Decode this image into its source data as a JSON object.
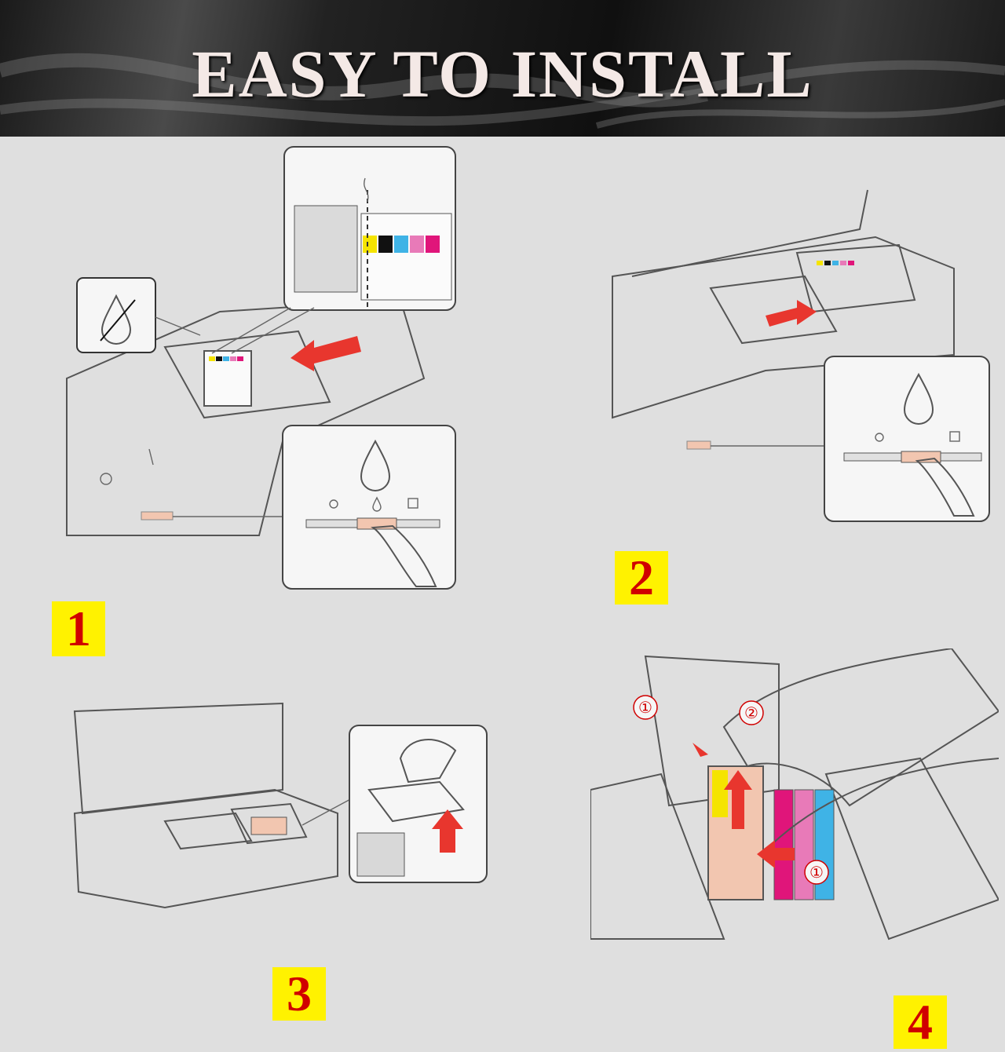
{
  "header": {
    "title": "EASY TO INSTALL"
  },
  "steps": [
    {
      "label": "1"
    },
    {
      "label": "2"
    },
    {
      "label": "3"
    },
    {
      "label": "4"
    }
  ],
  "step4_callouts": [
    "①",
    "②",
    "①"
  ],
  "colors": {
    "badge_bg": "#fff200",
    "badge_text": "#d00000",
    "arrow": "#e8362e",
    "cartridge": "#f2c6b0"
  },
  "icons": {
    "ink_drop_button": "ink-drop-icon",
    "power_button": "power-icon",
    "cancel_button": "paper-trash-icon",
    "no_ink_indicator": "no-ink-drop-icon"
  }
}
